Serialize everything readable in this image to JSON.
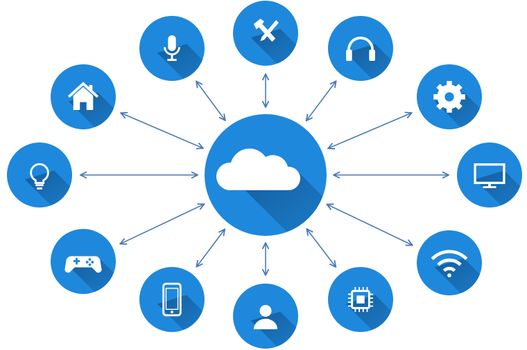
{
  "colors": {
    "node_fill": "#1e88dc",
    "arrow": "#4a78b8",
    "icon": "#ffffff",
    "shadow": "#0b3a66"
  },
  "hub": {
    "name": "cloud",
    "icon": "cloud-icon"
  },
  "nodes": [
    {
      "name": "microphone",
      "icon": "microphone-icon"
    },
    {
      "name": "tools",
      "icon": "tools-icon"
    },
    {
      "name": "headphones",
      "icon": "headphones-icon"
    },
    {
      "name": "settings",
      "icon": "gear-icon"
    },
    {
      "name": "monitor",
      "icon": "monitor-icon"
    },
    {
      "name": "wifi",
      "icon": "wifi-icon"
    },
    {
      "name": "chip",
      "icon": "chip-icon"
    },
    {
      "name": "user",
      "icon": "user-icon"
    },
    {
      "name": "smartphone",
      "icon": "smartphone-icon"
    },
    {
      "name": "gamepad",
      "icon": "gamepad-icon"
    },
    {
      "name": "light-bulb",
      "icon": "light-bulb-icon"
    },
    {
      "name": "home",
      "icon": "home-icon"
    }
  ]
}
